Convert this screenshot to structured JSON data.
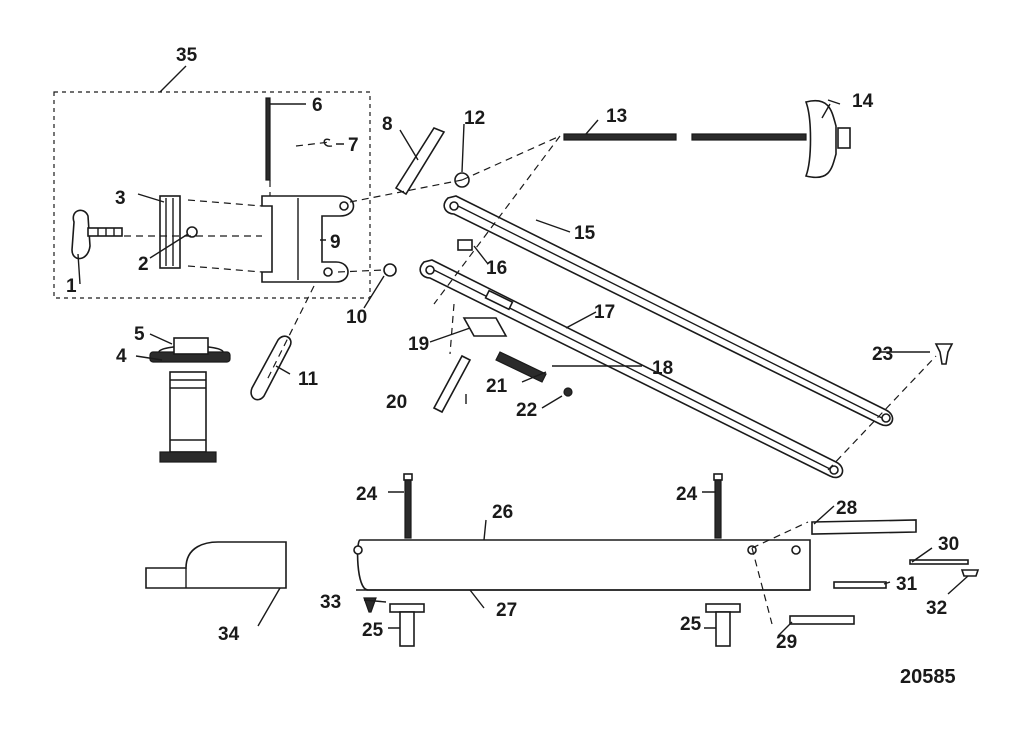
{
  "diagram": {
    "figure_number": "20585",
    "callouts": [
      "1",
      "2",
      "3",
      "4",
      "5",
      "6",
      "7",
      "8",
      "9",
      "10",
      "11",
      "12",
      "13",
      "14",
      "15",
      "16",
      "17",
      "18",
      "19",
      "20",
      "21",
      "22",
      "23",
      "24",
      "24",
      "25",
      "25",
      "26",
      "27",
      "28",
      "29",
      "30",
      "31",
      "32",
      "33",
      "34",
      "35"
    ]
  }
}
